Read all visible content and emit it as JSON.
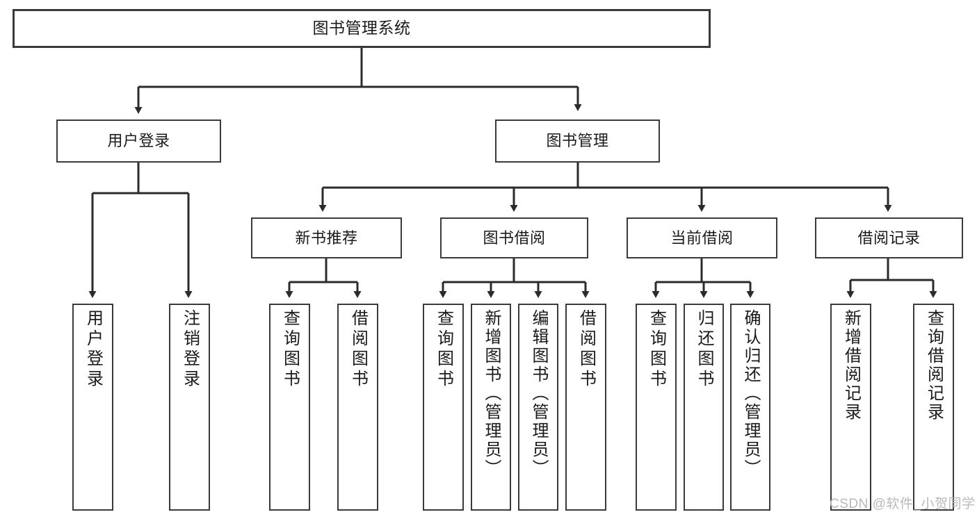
{
  "diagram": {
    "type": "tree",
    "title": "图书管理系统",
    "orientation": "top-down",
    "watermark": "CSDN @软件_小贺同学",
    "colors": {
      "box_border": "#3a3a3a",
      "box_fill": "#ffffff",
      "connector": "#2b2b2b",
      "text": "#1a1a1a",
      "watermark": "#b9b9b9",
      "background": "#ffffff"
    },
    "nodes": {
      "root": {
        "label": "图书管理系统"
      },
      "level1": [
        {
          "label": "用户登录"
        },
        {
          "label": "图书管理"
        }
      ],
      "level2": [
        {
          "label": "新书推荐"
        },
        {
          "label": "图书借阅"
        },
        {
          "label": "当前借阅"
        },
        {
          "label": "借阅记录"
        }
      ],
      "leaves_user_login": [
        {
          "label": "用户登录"
        },
        {
          "label": "注销登录"
        }
      ],
      "leaves_new_book": [
        {
          "label": "查询图书"
        },
        {
          "label": "借阅图书"
        }
      ],
      "leaves_borrow": [
        {
          "label": "查询图书"
        },
        {
          "label": "新增图书（管理员）"
        },
        {
          "label": "编辑图书（管理员）"
        },
        {
          "label": "借阅图书"
        }
      ],
      "leaves_current": [
        {
          "label": "查询图书"
        },
        {
          "label": "归还图书"
        },
        {
          "label": "确认归还（管理员）"
        }
      ],
      "leaves_record": [
        {
          "label": "新增借阅记录"
        },
        {
          "label": "查询借阅记录"
        }
      ]
    }
  }
}
